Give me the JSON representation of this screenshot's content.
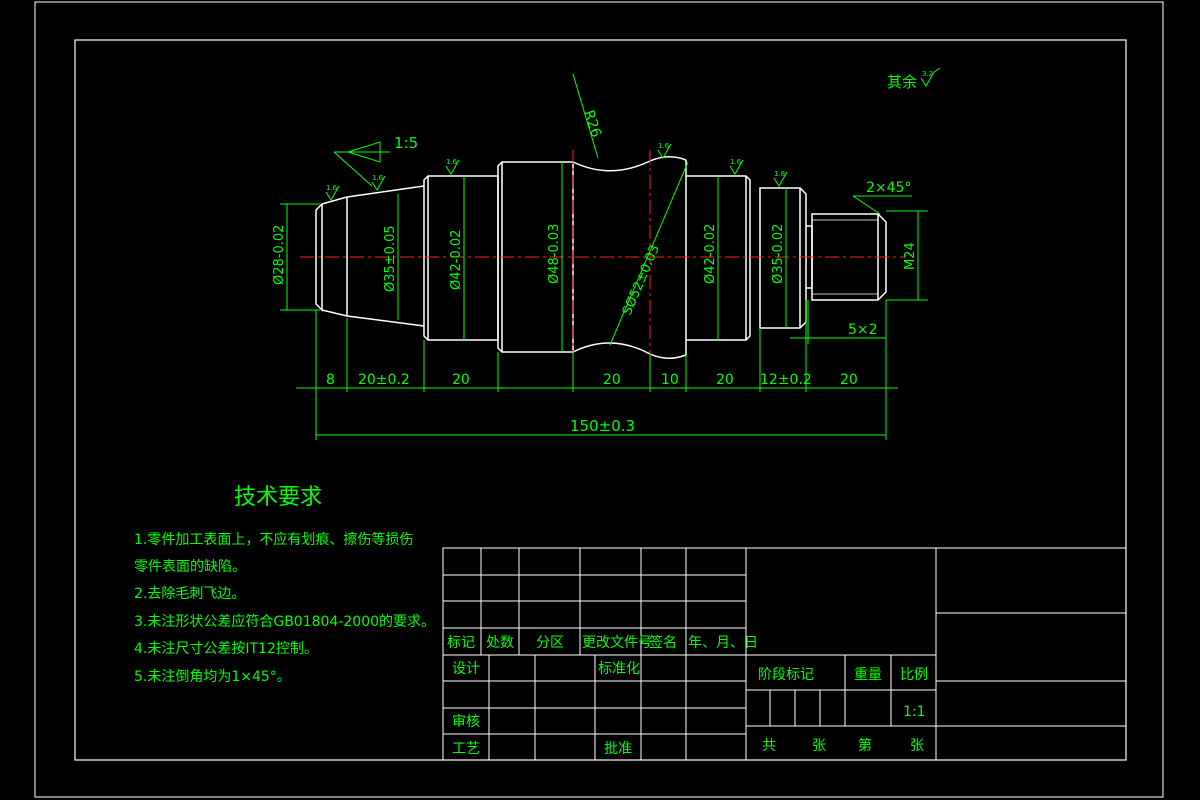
{
  "surface_finish": {
    "general_label": "其余",
    "general_value": "3.2",
    "value_1_6": "1.6",
    "value_1_8": "1.8"
  },
  "taper": {
    "ratio": "1:5"
  },
  "radius": {
    "label": "R26"
  },
  "chamfer": {
    "label": "2×45°"
  },
  "undercut": {
    "label": "5×2"
  },
  "diameters": {
    "d28": "Ø28-0.02",
    "d35_left": "Ø35±0.05",
    "d42_left": "Ø42-0.02",
    "d48": "Ø48-0.03",
    "sr52": "SØ52±0.03",
    "d42_right": "Ø42-0.02",
    "d35_right": "Ø35-0.02",
    "thread": "M24"
  },
  "lengths": {
    "l1": "8",
    "l2": "20±0.2",
    "l3": "20",
    "l4": "20",
    "l5": "10",
    "l6": "20",
    "l7": "12±0.2",
    "l8": "20",
    "total": "150±0.3"
  },
  "tech": {
    "title": "技术要求",
    "items": [
      "1.零件加工表面上，不应有划痕、擦伤等损伤",
      "零件表面的缺陷。",
      "2.去除毛刺飞边。",
      "3.未注形状公差应符合GB01804-2000的要求。",
      "4.未注尺寸公差按IT12控制。",
      "5.未注倒角均为1×45°。"
    ]
  },
  "title_block": {
    "mark": "标记",
    "count": "处数",
    "zone": "分区",
    "change_doc": "更改文件号",
    "signature": "签名",
    "date": "年、月、日",
    "design": "设计",
    "standardize": "标准化",
    "review": "审核",
    "process": "工艺",
    "approve": "批准",
    "stage_mark": "阶段标记",
    "weight": "重量",
    "scale": "比例",
    "scale_value": "1:1",
    "total_sheets": "共",
    "sheet_unit_1": "张",
    "sheet_no": "第",
    "sheet_unit_2": "张"
  },
  "colors": {
    "outline": "#ffffff",
    "dimension": "#00ff00",
    "centerline": "#ff2020"
  }
}
